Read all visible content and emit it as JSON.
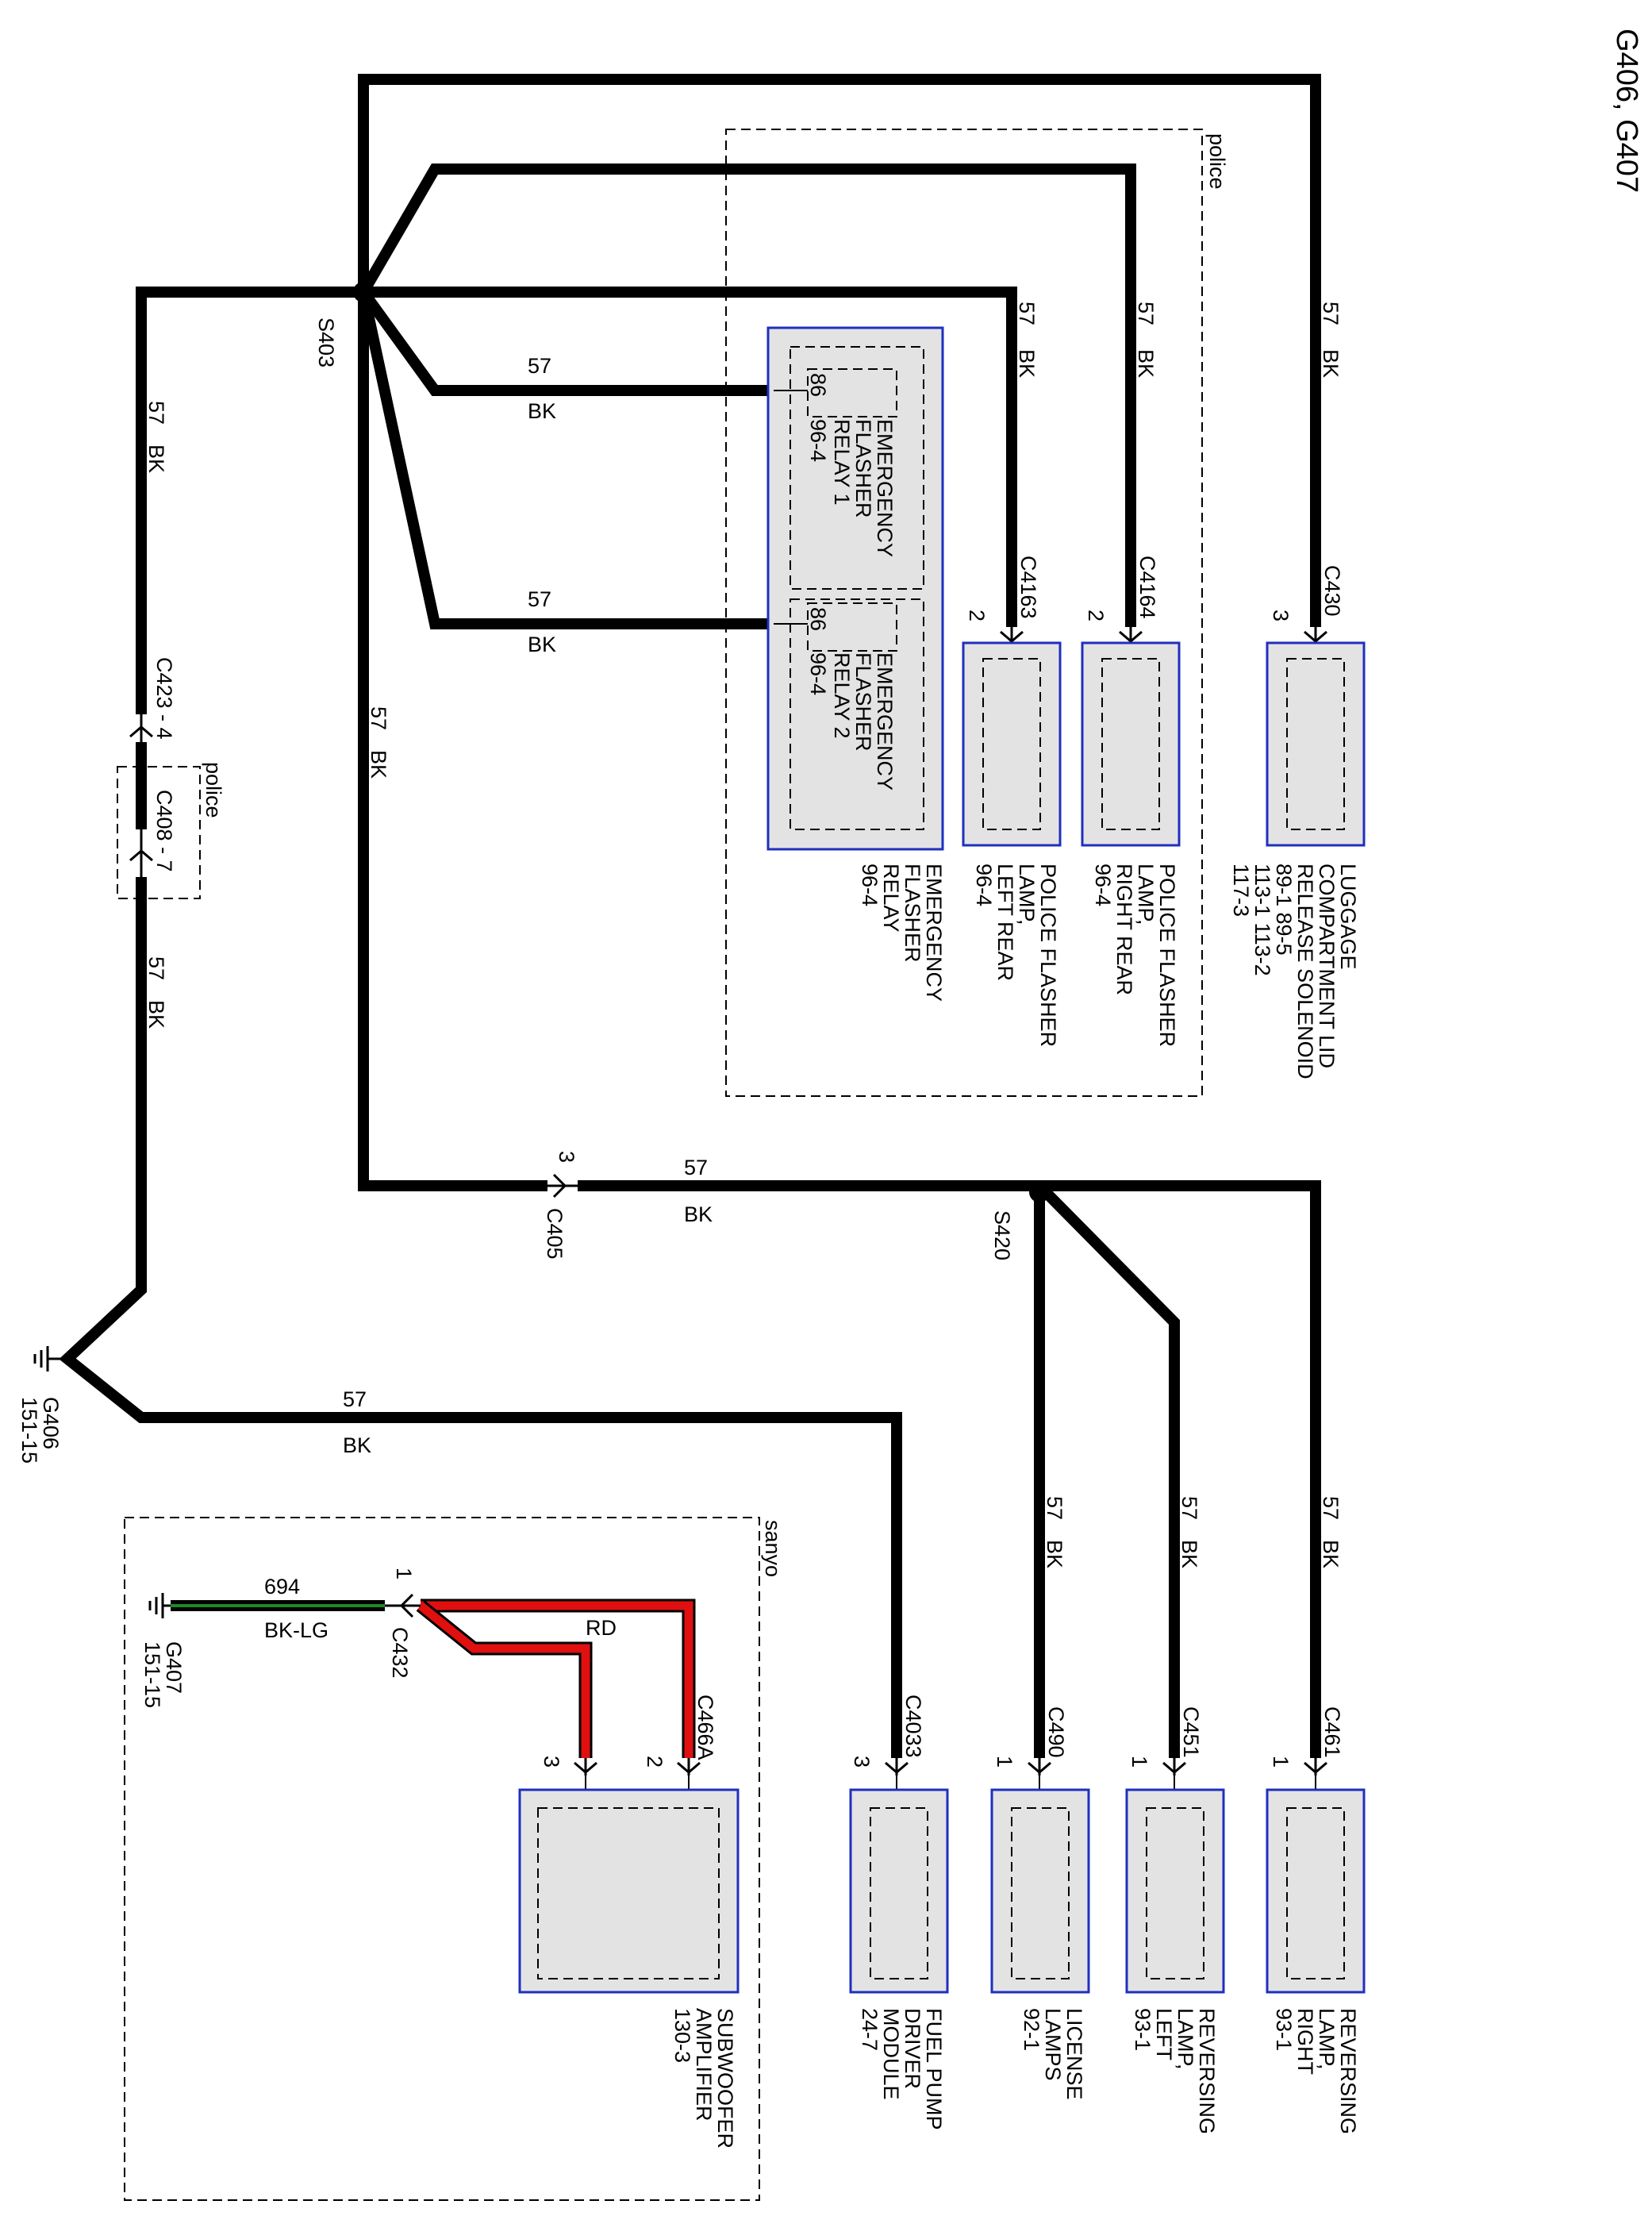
{
  "page_title": "G406, G407",
  "wire": {
    "circuit": "57",
    "color": "BK"
  },
  "wire_colors": {
    "black": "#000000",
    "red": "#e01010",
    "green": "#1a8a2a",
    "component_border": "#1f2fbf",
    "component_fill": "#e3e3e3"
  },
  "splices": {
    "s403": "S403",
    "s420": "S420"
  },
  "option_labels": {
    "police": "police",
    "sanyo": "sanyo"
  },
  "connectors": {
    "c430": "C430",
    "c430_pin": "3",
    "c4164": "C4164",
    "c4164_pin": "2",
    "c4163": "C4163",
    "c4163_pin": "2",
    "c423": "C423 - 4",
    "c408": "C408 - 7",
    "c405": "C405",
    "c405_pin": "3",
    "c461": "C461",
    "c461_pin": "1",
    "c451": "C451",
    "c451_pin": "1",
    "c490": "C490",
    "c490_pin": "1",
    "c4033": "C4033",
    "c4033_pin": "3",
    "c466a": "C466A",
    "c466a_pin_a": "2",
    "c466a_pin_b": "3",
    "c432": "C432",
    "c432_pin": "1"
  },
  "relays": {
    "relay1": {
      "lines": [
        "EMERGENCY",
        "FLASHER",
        "RELAY 1"
      ],
      "pin": "86",
      "ref": "96-4"
    },
    "relay2": {
      "lines": [
        "EMERGENCY",
        "FLASHER",
        "RELAY 2"
      ],
      "pin": "86",
      "ref": "96-4"
    }
  },
  "components": {
    "luggage": [
      "LUGGAGE",
      "COMPARTMENT LID",
      "RELEASE SOLENOID",
      "89-1      89-5",
      "113-1      113-2",
      "117-3"
    ],
    "right_rear": [
      "POLICE FLASHER",
      "LAMP,",
      "RIGHT REAR",
      "96-4"
    ],
    "left_rear": [
      "POLICE FLASHER",
      "LAMP,",
      "LEFT REAR",
      "96-4"
    ],
    "emergency_relay": [
      "EMERGENCY",
      "FLASHER",
      "RELAY",
      "96-4"
    ],
    "reversing_right": [
      "REVERSING",
      "LAMP,",
      "RIGHT",
      "93-1"
    ],
    "reversing_left": [
      "REVERSING",
      "LAMP,",
      "LEFT",
      "93-1"
    ],
    "license": [
      "LICENSE",
      "LAMPS",
      "92-1"
    ],
    "fuel_pump": [
      "FUEL PUMP",
      "DRIVER",
      "MODULE",
      "24-7"
    ],
    "subwoofer": [
      "SUBWOOFER",
      "AMPLIFIER",
      "130-3"
    ]
  },
  "grounds": {
    "g406": {
      "name": "G406",
      "ref": "151-15"
    },
    "g407": {
      "name": "G407",
      "ref": "151-15"
    }
  },
  "sub_wires": {
    "green": {
      "circuit": "694",
      "color": "BK-LG"
    },
    "red": {
      "color": "RD"
    }
  }
}
